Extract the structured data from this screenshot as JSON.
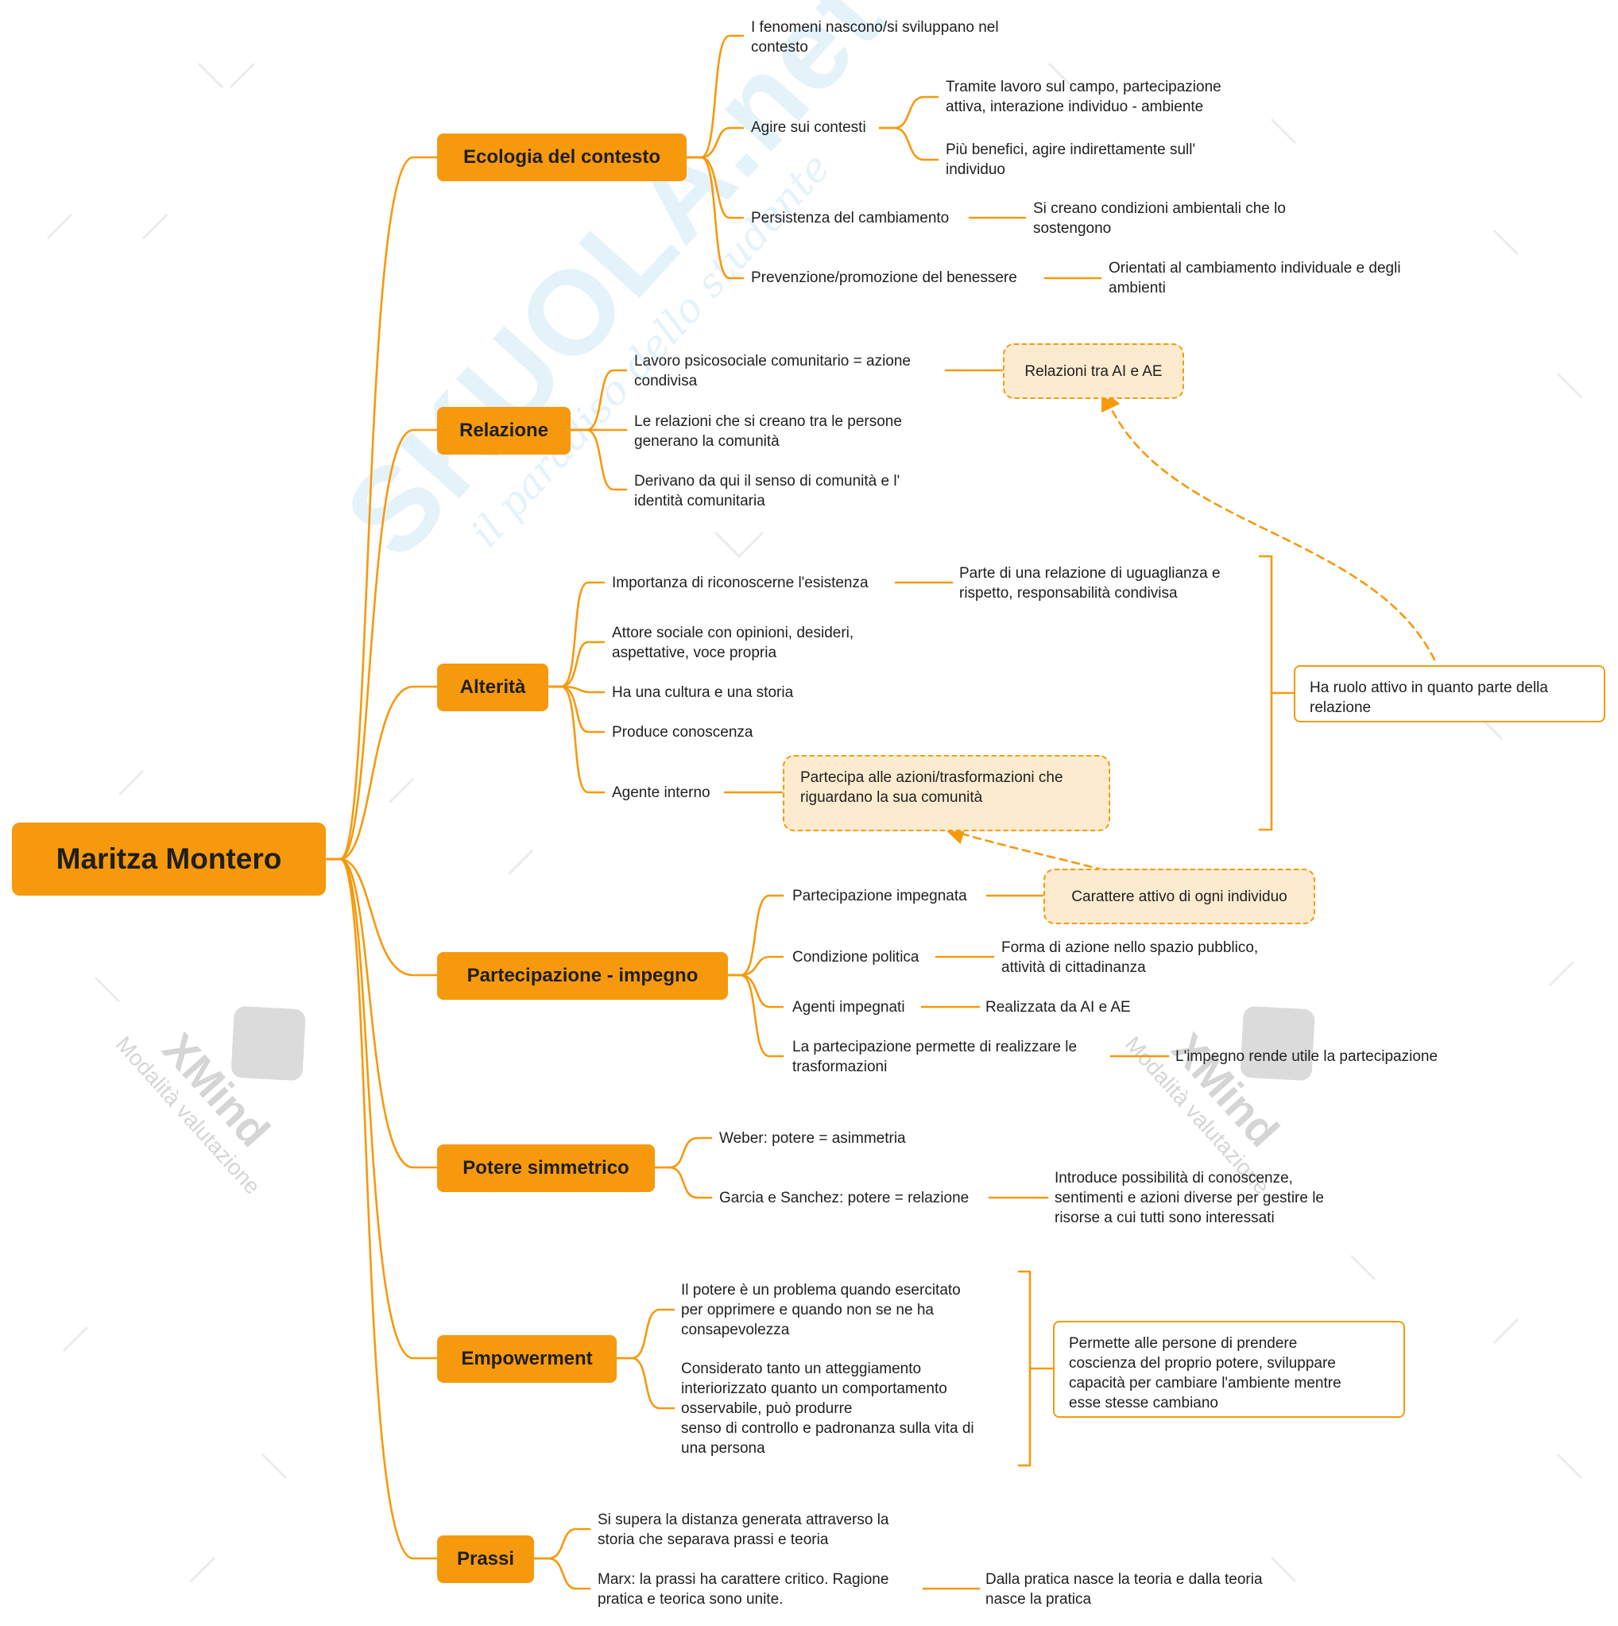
{
  "colors": {
    "accent": "#f7990d",
    "note_fill": "#fdebcf",
    "text": "#1f1f1f"
  },
  "watermark": {
    "brand": "SKUOLA.net",
    "tagline": "il paradiso dello studente",
    "xmind_logo": "XMind",
    "xmind_mode": "Modalità valutazione"
  },
  "root": {
    "label": "Maritza Montero"
  },
  "ecologia": {
    "label": "Ecologia del contesto",
    "items": [
      "I fenomeni nascono/si sviluppano nel\ncontesto",
      "Agire sui contesti",
      "Persistenza del cambiamento",
      "Prevenzione/promozione del benessere"
    ],
    "agire_sub": [
      "Tramite lavoro sul campo, partecipazione\nattiva, interazione individuo - ambiente",
      "Più benefici, agire indirettamente sull'\nindividuo"
    ],
    "persistenza_sub": "Si creano condizioni ambientali che lo\nsostengono",
    "prevenzione_sub": "Orientati al cambiamento individuale e degli\nambienti"
  },
  "relazione": {
    "label": "Relazione",
    "items": [
      "Lavoro psicosociale comunitario = azione\ncondivisa",
      "Le relazioni che si creano tra le persone\ngenerano la comunità",
      "Derivano da qui il senso di comunità e l'\nidentità comunitaria"
    ],
    "note": "Relazioni tra AI e AE"
  },
  "alterita": {
    "label": "Alterità",
    "items": [
      "Importanza di riconoscerne l'esistenza",
      "Attore sociale con opinioni, desideri,\naspettative, voce propria",
      "Ha una cultura e una storia",
      "Produce conoscenza",
      "Agente interno"
    ],
    "importanza_sub": "Parte di una relazione di uguaglianza e\nrispetto, responsabilità condivisa",
    "agente_note": "Partecipa alle azioni/trasformazioni che\nriguardano la sua comunità",
    "summary": "Ha ruolo attivo in quanto parte della\nrelazione"
  },
  "partecipazione": {
    "label": "Partecipazione - impegno",
    "items": [
      "Partecipazione impegnata",
      "Condizione politica",
      "Agenti impegnati",
      "La partecipazione permette di realizzare le\ntrasformazioni"
    ],
    "impegnata_note": "Carattere attivo di ogni individuo",
    "politica_sub": "Forma di azione nello spazio pubblico,\nattività di cittadinanza",
    "agenti_sub": "Realizzata da AI e AE",
    "trasformazioni_sub": "L'impegno rende utile la partecipazione"
  },
  "potere": {
    "label": "Potere simmetrico",
    "items": [
      "Weber: potere = asimmetria",
      "Garcia e Sanchez: potere = relazione"
    ],
    "garcia_sub": "Introduce possibilità di conoscenze,\nsentimenti e azioni diverse per gestire le\nrisorse a cui tutti sono interessati"
  },
  "empowerment": {
    "label": "Empowerment",
    "items": [
      "Il potere è un problema quando esercitato\nper opprimere e quando non se ne ha\nconsapevolezza",
      "Considerato tanto un atteggiamento\ninteriorizzato quanto un comportamento\nosservabile, può produrre\nsenso di controllo e padronanza sulla vita di\nuna persona"
    ],
    "summary": "Permette alle persone di prendere\ncoscienza del proprio potere, sviluppare\ncapacità per cambiare l'ambiente mentre\nesse stesse cambiano"
  },
  "prassi": {
    "label": "Prassi",
    "items": [
      "Si supera la distanza generata attraverso la\nstoria che separava prassi e teoria",
      "Marx: la prassi ha carattere critico. Ragione\npratica e teorica sono unite."
    ],
    "marx_sub": "Dalla pratica nasce la teoria e dalla teoria\nnasce la pratica"
  }
}
